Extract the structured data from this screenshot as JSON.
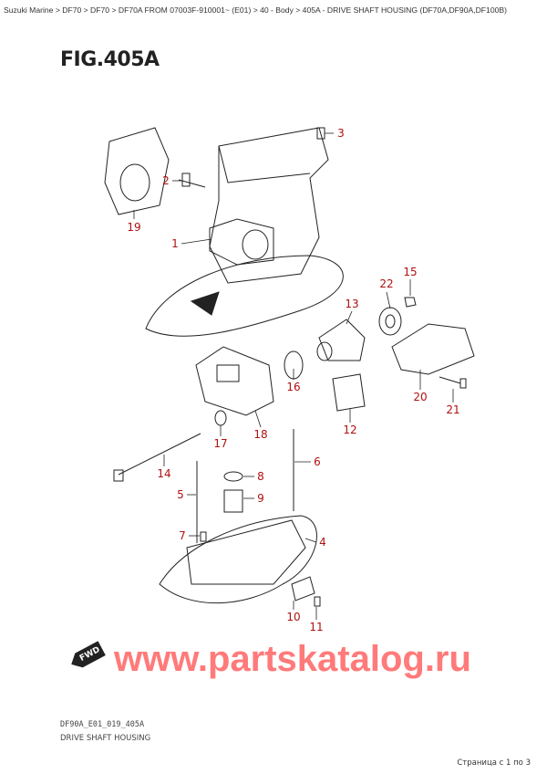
{
  "breadcrumb": "Suzuki Marine > DF70 > DF70 > DF70A FROM 07003F-910001~ (E01) > 40 - Body > 405A - DRIVE SHAFT HOUSING (DF70A,DF90A,DF100B)",
  "figure_title": "FIG.405A",
  "callouts": [
    "1",
    "2",
    "3",
    "4",
    "5",
    "6",
    "7",
    "8",
    "9",
    "10",
    "11",
    "12",
    "13",
    "14",
    "15",
    "16",
    "17",
    "18",
    "19",
    "20",
    "21",
    "22"
  ],
  "fwd_label": "FWD",
  "watermark": "www.partskatalog.ru",
  "drawing_code": "DF90A_E01_019_405A",
  "caption": "DRIVE SHAFT HOUSING",
  "pagination": "Страница с 1 по 3",
  "colors": {
    "callout": "#b01010",
    "watermark": "#ff4646"
  }
}
